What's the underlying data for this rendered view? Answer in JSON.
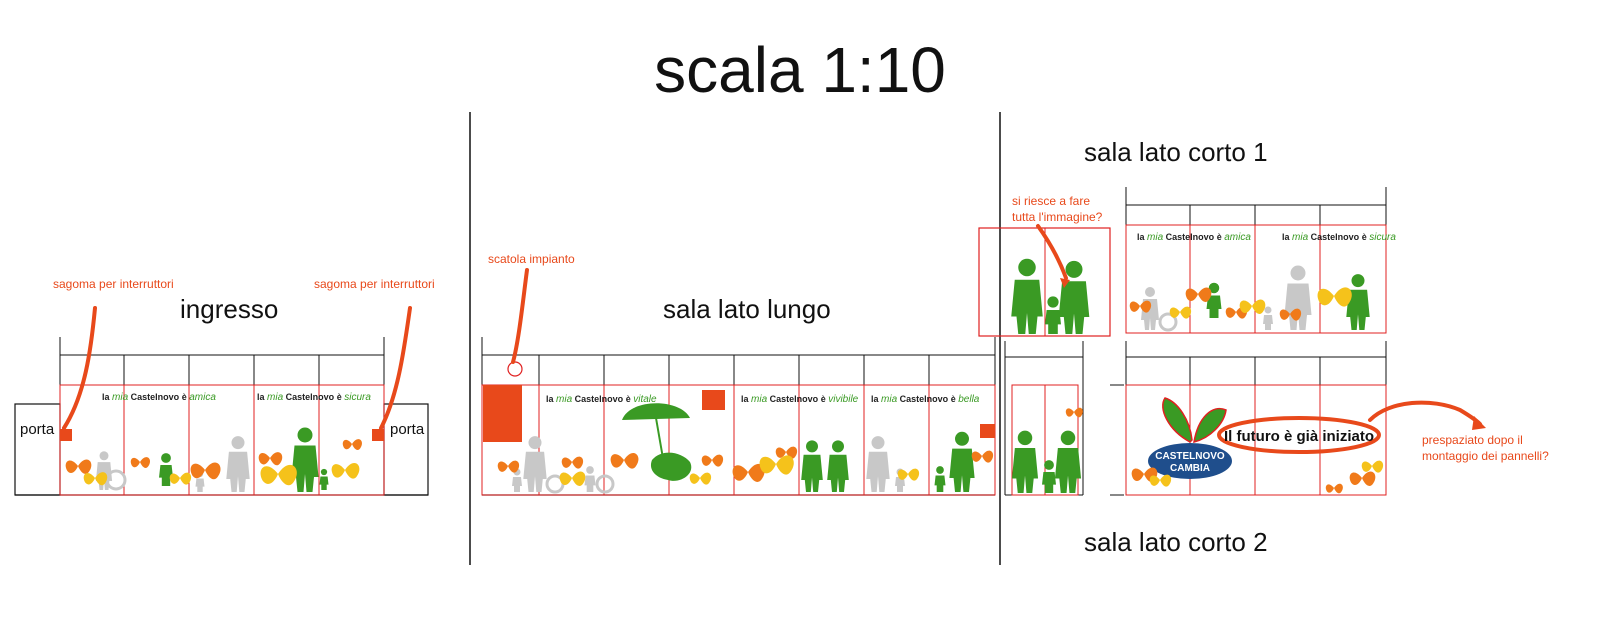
{
  "title": "scala 1:10",
  "sections": {
    "ingresso": "ingresso",
    "sala_lato_lungo": "sala lato lungo",
    "sala_lato_corto_1": "sala lato corto 1",
    "sala_lato_corto_2": "sala lato corto 2"
  },
  "notes": {
    "sagoma_left": "sagoma per interruttori",
    "sagoma_right": "sagoma per interruttori",
    "scatola": "scatola impianto",
    "riesce_line1": "si riesce a fare",
    "riesce_line2": "tutta l'immagine?",
    "prespaziato_line1": "prespaziato dopo il",
    "prespaziato_line2": "montaggio dei pannelli?"
  },
  "labels": {
    "porta_left": "porta",
    "porta_right": "porta"
  },
  "slogans": {
    "prefix": "la",
    "mia": "mia",
    "castelnovo": "Castelnovo",
    "e": "è",
    "amica": "amica",
    "sicura": "sicura",
    "vitale": "vitale",
    "vivibile": "vivibile",
    "bella": "bella"
  },
  "logo": {
    "line1": "CASTELNOVO",
    "line2": "CAMBIA"
  },
  "banner": "Il futuro è già iniziato",
  "colors": {
    "accent_orange": "#e8491b",
    "panel_red": "#e02020",
    "silhouette_green": "#3a9a24",
    "silhouette_gray": "#c8c8c8",
    "butterfly_orange": "#f07a1a",
    "butterfly_yellow": "#f5c21b",
    "logo_blue": "#1f4e8c"
  }
}
